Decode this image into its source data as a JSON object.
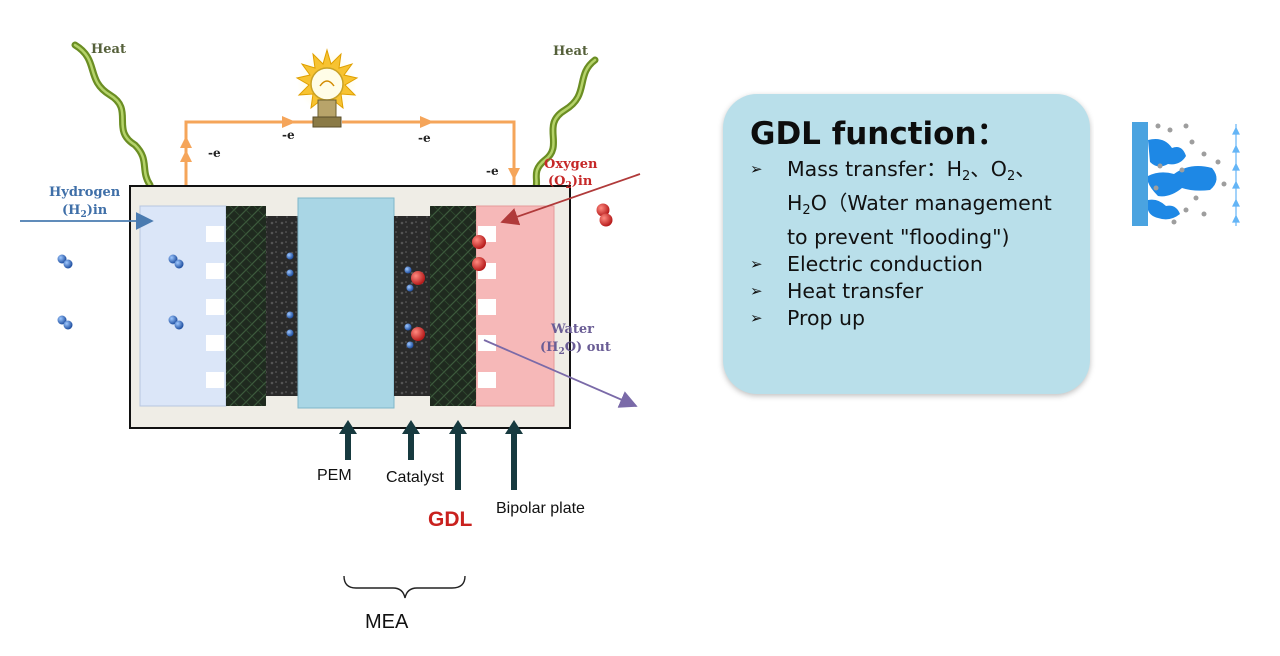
{
  "diagram": {
    "heat_left": "Heat",
    "heat_right": "Heat",
    "electron": "-e",
    "hydrogen_in": {
      "line1": "Hydrogen",
      "line2_pre": "(H",
      "line2_sub": "2",
      "line2_post": ")in"
    },
    "oxygen_in": {
      "line1": "Oxygen",
      "line2_pre": "(O",
      "line2_sub": "2",
      "line2_post": ")in"
    },
    "water_out": {
      "line1": "Water",
      "line2_pre": "(H",
      "line2_sub": "2",
      "line2_post": "O) out"
    },
    "labels": {
      "pem": "PEM",
      "catalyst": "Catalyst",
      "gdl": "GDL",
      "bipolar": "Bipolar plate",
      "mea": "MEA"
    },
    "colors": {
      "circuit": "#f5a55a",
      "gdl_red": "#c9211e",
      "anode_blue": "#dbe6f8",
      "cathode_pink": "#f6b8b8",
      "membrane": "#a9d6e5",
      "arrow_dark": "#173a3f",
      "heat_green": "#6b8e23"
    }
  },
  "info": {
    "title": "GDL function：",
    "bullet_icon": "arrow-bullet-icon",
    "item1_pre": "Mass transfer：H",
    "item1_sub1": "2",
    "item1_mid1": "、O",
    "item1_sub2": "2",
    "item1_mid2": "、H",
    "item1_sub3": "2",
    "item1_post": "O（Water management to prevent \"flooding\")",
    "items": [
      "Electric conduction",
      "Heat transfer",
      "Prop up"
    ],
    "card_color": "#b9dfea"
  }
}
